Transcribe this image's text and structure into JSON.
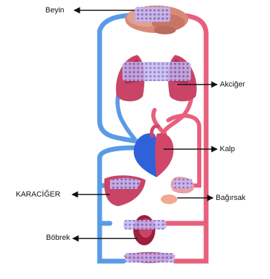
{
  "labels": {
    "brain": "Beyin",
    "lungs": "Akciğer",
    "heart": "Kalp",
    "liver": "KARACİĞER",
    "intestine": "Bağırsak",
    "kidney": "Böbrek"
  },
  "colors": {
    "venous_blue": "#5a9be6",
    "arterial_red": "#e8607c",
    "organ_pink": "#d2466a",
    "organ_dark": "#9c1f3c",
    "capillary_purple": "#7c67c9",
    "heart_blue": "#2f62d8",
    "arrow": "#111111"
  }
}
